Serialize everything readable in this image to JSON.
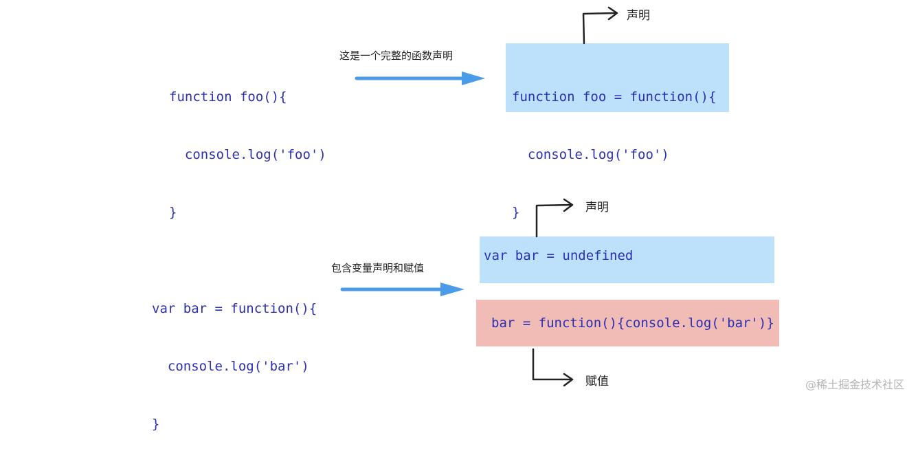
{
  "diagram1": {
    "source_code": [
      "function foo(){",
      "  console.log('foo')",
      "}"
    ],
    "annotation": "这是一个完整的函数声明",
    "result_code": [
      "function foo = function(){",
      "  console.log('foo')",
      "}"
    ],
    "declaration_label": "声明"
  },
  "diagram2": {
    "source_code": [
      "var bar = function(){",
      "  console.log('bar')",
      "}"
    ],
    "annotation": "包含变量声明和赋值",
    "declaration_code": "var bar = undefined",
    "declaration_label": "声明",
    "assignment_code": "bar = function(){console.log('bar')}",
    "assignment_label": "赋值"
  },
  "watermark": "@稀土掘金技术社区",
  "colors": {
    "code_text": "#2b2fb3",
    "declaration_box": "#bde0fb",
    "assignment_box": "#f1bcb6",
    "arrow_blue": "#4a9be8",
    "pointer_arrow": "#222222"
  }
}
